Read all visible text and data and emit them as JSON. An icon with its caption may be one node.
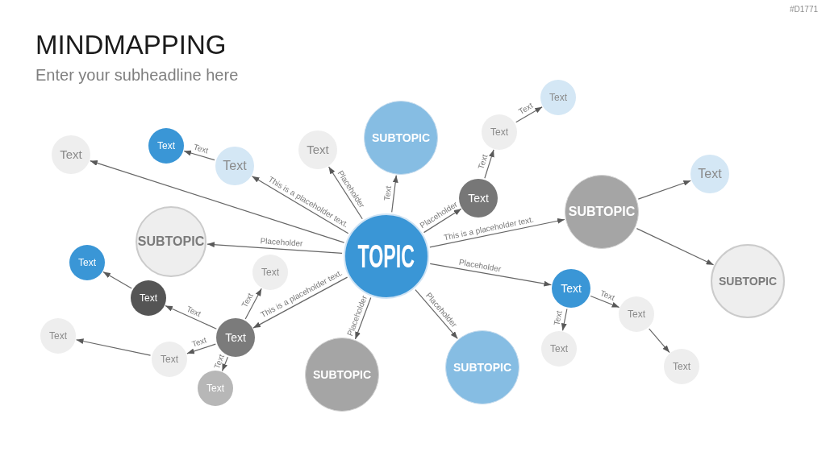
{
  "diagram": {
    "title": "MINDMAPPING",
    "nodes": [
      {
        "text": [
          "TOPIC"
        ]
      },
      {
        "text": [
          "Text"
        ]
      },
      {
        "text": [
          "Text"
        ]
      },
      {
        "text": [
          "Text"
        ]
      },
      {
        "text": [
          "Text"
        ]
      },
      {
        "text": [
          "SUBTOPIC"
        ]
      },
      {
        "text": [
          "Text"
        ]
      },
      {
        "text": [
          "Text"
        ]
      },
      {
        "text": [
          "Text"
        ]
      },
      {
        "text": [
          "SUBTOPIC"
        ]
      },
      {
        "text": [
          "Text"
        ]
      },
      {
        "text": [
          "SUBTOPIC"
        ]
      },
      {
        "text": [
          "SUBTOPIC"
        ]
      },
      {
        "text": [
          "Text"
        ]
      },
      {
        "text": [
          "Text"
        ]
      },
      {
        "text": [
          "Text"
        ]
      },
      {
        "text": [
          "Text"
        ]
      },
      {
        "text": [
          "Text"
        ]
      },
      {
        "text": [
          "Text"
        ]
      },
      {
        "text": [
          "Text"
        ]
      },
      {
        "text": [
          "Text"
        ]
      },
      {
        "text": [
          "Text"
        ]
      },
      {
        "text": [
          "SUBTOPIC"
        ]
      },
      {
        "text": [
          "SUBTOPIC"
        ]
      },
      {
        "text": [
          "Text"
        ]
      },
      {
        "text": [
          "Text"
        ]
      }
    ],
    "edges": [
      {
        "from": 0,
        "to": 3,
        "arrow": "to"
      },
      {
        "from": 0,
        "to": 2,
        "arrow": "to",
        "label": "This is a placeholder text."
      },
      {
        "from": 2,
        "to": 1,
        "arrow": "to",
        "label": "Text"
      },
      {
        "from": 0,
        "to": 4,
        "arrow": "to",
        "label": "Placeholder"
      },
      {
        "from": 0,
        "to": 5,
        "arrow": "to",
        "label": "Text"
      },
      {
        "from": 0,
        "to": 8,
        "arrow": "to",
        "label": "Placeholder"
      },
      {
        "from": 8,
        "to": 6,
        "arrow": "to",
        "label": "Text"
      },
      {
        "from": 6,
        "to": 7,
        "arrow": "to",
        "label": "Text"
      },
      {
        "from": 0,
        "to": 9,
        "arrow": "to",
        "label": "This is a placeholder text."
      },
      {
        "from": 9,
        "to": 10,
        "arrow": "to"
      },
      {
        "from": 9,
        "to": 12,
        "arrow": "to"
      },
      {
        "from": 0,
        "to": 16,
        "arrow": "to",
        "label": "Placeholder"
      },
      {
        "from": 16,
        "to": 17,
        "arrow": "to",
        "label": "Text"
      },
      {
        "from": 16,
        "to": 20,
        "arrow": "to",
        "label": "Text"
      },
      {
        "from": 17,
        "to": 24,
        "arrow": "to"
      },
      {
        "from": 0,
        "to": 23,
        "arrow": "to",
        "label": "Placeholder"
      },
      {
        "from": 0,
        "to": 22,
        "arrow": "to",
        "label": "Placeholder"
      },
      {
        "from": 0,
        "to": 18,
        "arrow": "to",
        "label": "This is a placeholder text."
      },
      {
        "from": 18,
        "to": 15,
        "arrow": "to",
        "label": "Text"
      },
      {
        "from": 18,
        "to": 14,
        "arrow": "to",
        "label": "Text"
      },
      {
        "from": 14,
        "to": 13,
        "arrow": "to"
      },
      {
        "from": 18,
        "to": 21,
        "arrow": "to",
        "label": "Text"
      },
      {
        "from": 21,
        "to": 19,
        "arrow": "to"
      },
      {
        "from": 18,
        "to": 25,
        "arrow": "to",
        "label": "Text"
      },
      {
        "from": 0,
        "to": 11,
        "arrow": "to",
        "label": "Placeholder"
      }
    ],
    "labels": [
      "#D1771",
      "Enter your subheadline here"
    ]
  }
}
